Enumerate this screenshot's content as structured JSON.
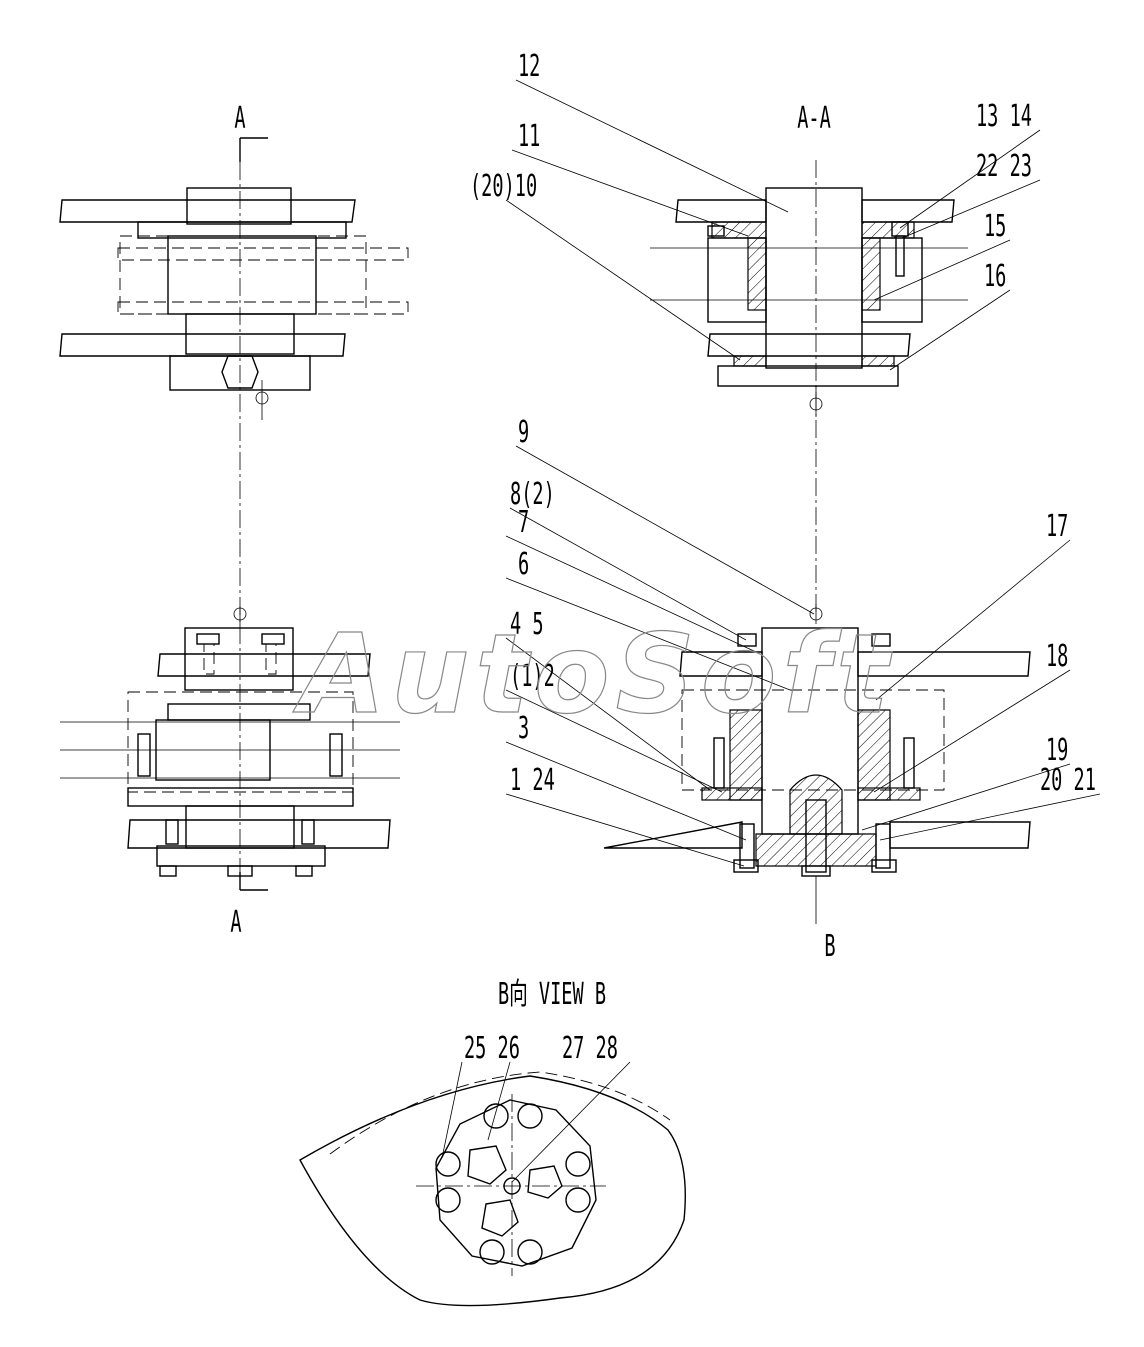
{
  "watermark": "AutoSoft",
  "views": {
    "section_mark_top": "A",
    "section_mark_bottom": "A",
    "section_view_title": "A-A",
    "view_b_arrow_label": "B",
    "view_b_title": "B向 VIEW B"
  },
  "callouts": [
    "12",
    "11",
    "(20)10",
    "13 14",
    "22 23",
    "15",
    "16",
    "9",
    "8(2)",
    "7",
    "6",
    "4 5",
    "(1)2",
    "3",
    "1 24",
    "17",
    "18",
    "19",
    "20 21",
    "25 26",
    "27 28"
  ]
}
